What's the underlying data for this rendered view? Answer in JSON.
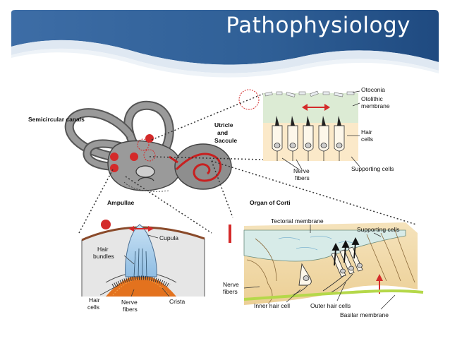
{
  "slide": {
    "title": "Pathophysiology"
  },
  "diagram": {
    "labels": {
      "semicircular_canals": "Semicircular canals",
      "utricle_saccule_1": "Utricle",
      "utricle_saccule_2": "and",
      "utricle_saccule_3": "Saccule",
      "ampullae": "Ampullae",
      "organ_of_corti": "Organ of Corti",
      "otoconia": "Otoconia",
      "otolithic_membrane_1": "Otolithic",
      "otolithic_membrane_2": "membrane",
      "hair_cells_1": "Hair",
      "hair_cells_2": "cells",
      "nerve_fibers_1": "Nerve",
      "nerve_fibers_2": "fibers",
      "supporting_cells": "Supporting cells",
      "cupula": "Cupula",
      "hair_bundles_1": "Hair",
      "hair_bundles_2": "bundles",
      "amp_hair_cells_1": "Hair",
      "amp_hair_cells_2": "cells",
      "amp_nerve_fibers_1": "Nerve",
      "amp_nerve_fibers_2": "fibers",
      "crista": "Crista",
      "tectorial_membrane": "Tectorial membrane",
      "corti_supporting_cells": "Supporting cells",
      "corti_nerve_fibers_1": "Nerve",
      "corti_nerve_fibers_2": "fibers",
      "inner_hair_cell": "Inner hair cell",
      "outer_hair_cells": "Outer hair cells",
      "basilar_membrane": "Basilar membrane"
    }
  },
  "colors": {
    "header_blue": "#2f5f96",
    "wave_light": "#dfe8f2",
    "highlight_red": "#d42a2a",
    "cupula_blue": "#aacde9",
    "crista_orange": "#e3721e",
    "tissue_tan": "#f3dcae",
    "otolith_green": "#dcebd4",
    "basilar_green": "#b5d84a",
    "labyrinth_gray": "#8e8e8e"
  }
}
